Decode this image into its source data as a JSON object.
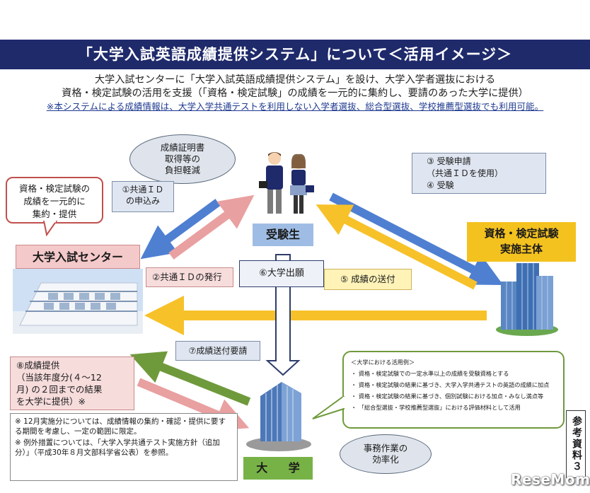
{
  "title": "「大学入試英語成績提供システム」について＜活用イメージ＞",
  "intro": [
    "大学入試センターに「大学入試英語成績提供システム」を設け、大学入学者選抜における",
    "資格・検定試験の活用を支援（「資格・検定試験」の成績を一元的に集約し、要請のあった大学に提供）"
  ],
  "note": "※本システムによる成績情報は、大学入学共通テストを利用しない入学者選抜、総合型選抜、学校推薦型選抜でも利用可能。",
  "bubble_student": [
    "成績証明書",
    "取得等の",
    "負担軽減"
  ],
  "bubble_univ": [
    "事務作業の",
    "効率化"
  ],
  "callout_center": [
    "資格・検定試験の",
    "成績を一元的に",
    "集約・提供"
  ],
  "actors": {
    "student": "受験生",
    "center": "大学入試センター",
    "exam": [
      "資格・検定試験",
      "実施主体"
    ],
    "univ": "大 学"
  },
  "steps": {
    "s1": [
      "①共通ＩＤ",
      "の申込み"
    ],
    "s2": "②共通ＩＤの発行",
    "s3": [
      "③ 受験申請",
      "（共通ＩＤを使用）",
      "④ 受験"
    ],
    "s5": "⑤ 成績の送付",
    "s6": "⑥大学出願",
    "s7": "⑦成績送付要請",
    "s8": [
      "⑧成績提供",
      "（当該年度分(４～12",
      "月) の２回までの結果",
      "を大学に提供）※"
    ]
  },
  "uses": {
    "heading": "＜大学における活用例＞",
    "items": [
      "資格・検定試験での一定水準以上の成績を受験資格とする",
      "資格・検定試験の結果に基づき、大学入学共通テストの英語の成績に加点",
      "資格・検定試験の結果に基づき、個別試験における加点・みなし満点等",
      "「総合型選抜・学校推薦型選抜」における評価材料として活用"
    ]
  },
  "footnotes": [
    "※ 12月実施分については、成績情報の集約・確認・提供に要する期間を考慮し、一定の範囲に限定。",
    "※ 例外措置については、「大学入学共通テスト実施方針（追加分）」（平成30年８月文部科学省公表）を参照。"
  ],
  "side_label": "参考資料３",
  "watermark": "ReseMom",
  "colors": {
    "title_bg": "#1f2a6b",
    "arrow_blue": "#4f7fd1",
    "arrow_pink": "#e9a0a0",
    "arrow_yellow": "#f7c12a",
    "arrow_green": "#6f9a3c"
  }
}
